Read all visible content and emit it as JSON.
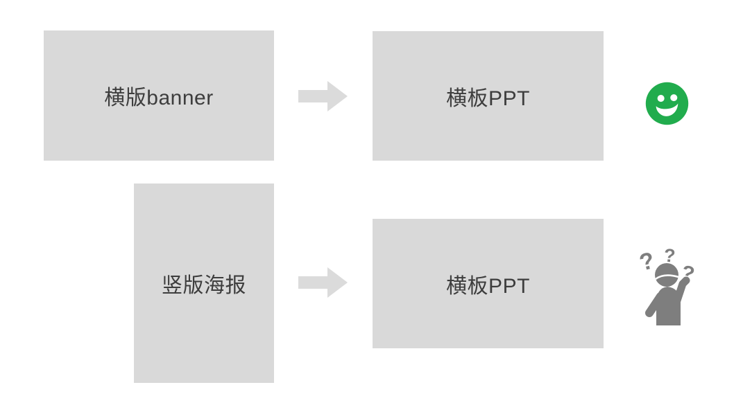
{
  "diagram": {
    "row1": {
      "source_label": "横版banner",
      "target_label": "横板PPT",
      "result": "happy-face"
    },
    "row2": {
      "source_label": "竖版海报",
      "target_label": "横板PPT",
      "result": "confused-person"
    },
    "question_marks": {
      "left": "?",
      "top": "?",
      "right": "?"
    }
  },
  "colors": {
    "background": "#ffffff",
    "box_bg": "#d9d9d9",
    "arrow_fill": "#dbdbdb",
    "label_text": "#3d3d3d",
    "smiley_green": "#21ac4d",
    "smiley_features": "#ffffff",
    "person_gray": "#7e7e7e"
  }
}
